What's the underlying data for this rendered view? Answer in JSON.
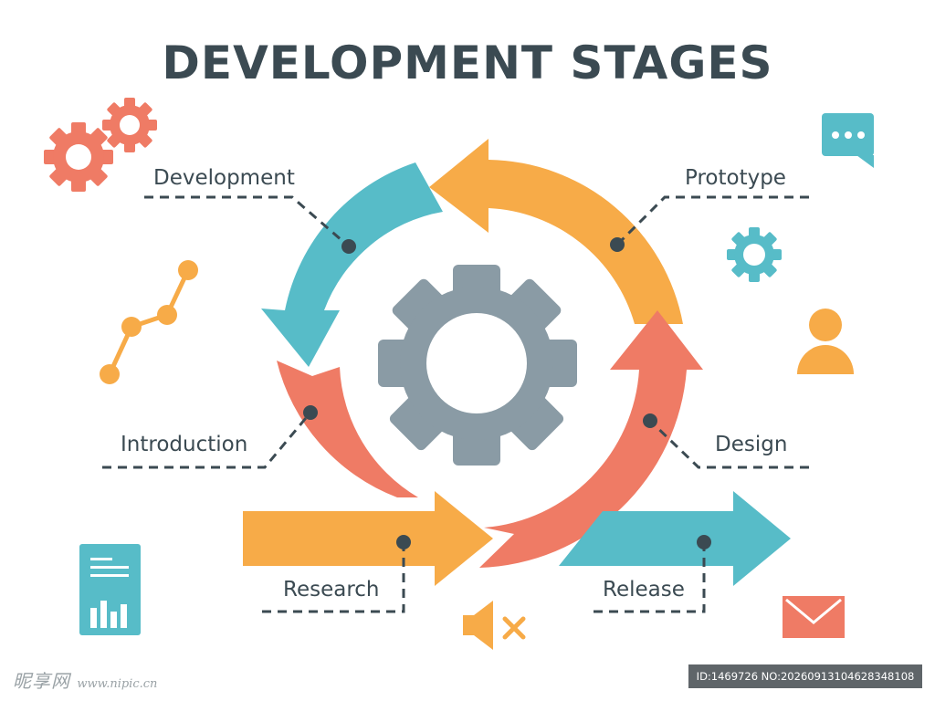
{
  "title": "DEVELOPMENT STAGES",
  "stages": {
    "development": "Development",
    "prototype": "Prototype",
    "introduction": "Introduction",
    "design": "Design",
    "research": "Research",
    "release": "Release"
  },
  "watermark": {
    "left_brand": "昵享网",
    "left_site": "www.nipic.cn",
    "right_id": "ID:1469726 NO:20260913104628348108"
  },
  "colors": {
    "teal": "#57bcc8",
    "orange": "#f7ab48",
    "coral": "#ef7b65",
    "gear_gray": "#8a9ba5",
    "text": "#3b4a52"
  },
  "icons": [
    "gears-icon",
    "line-chart-icon",
    "document-chart-icon",
    "chat-bubble-icon",
    "gear-icon",
    "user-icon",
    "mute-icon",
    "mail-icon"
  ]
}
